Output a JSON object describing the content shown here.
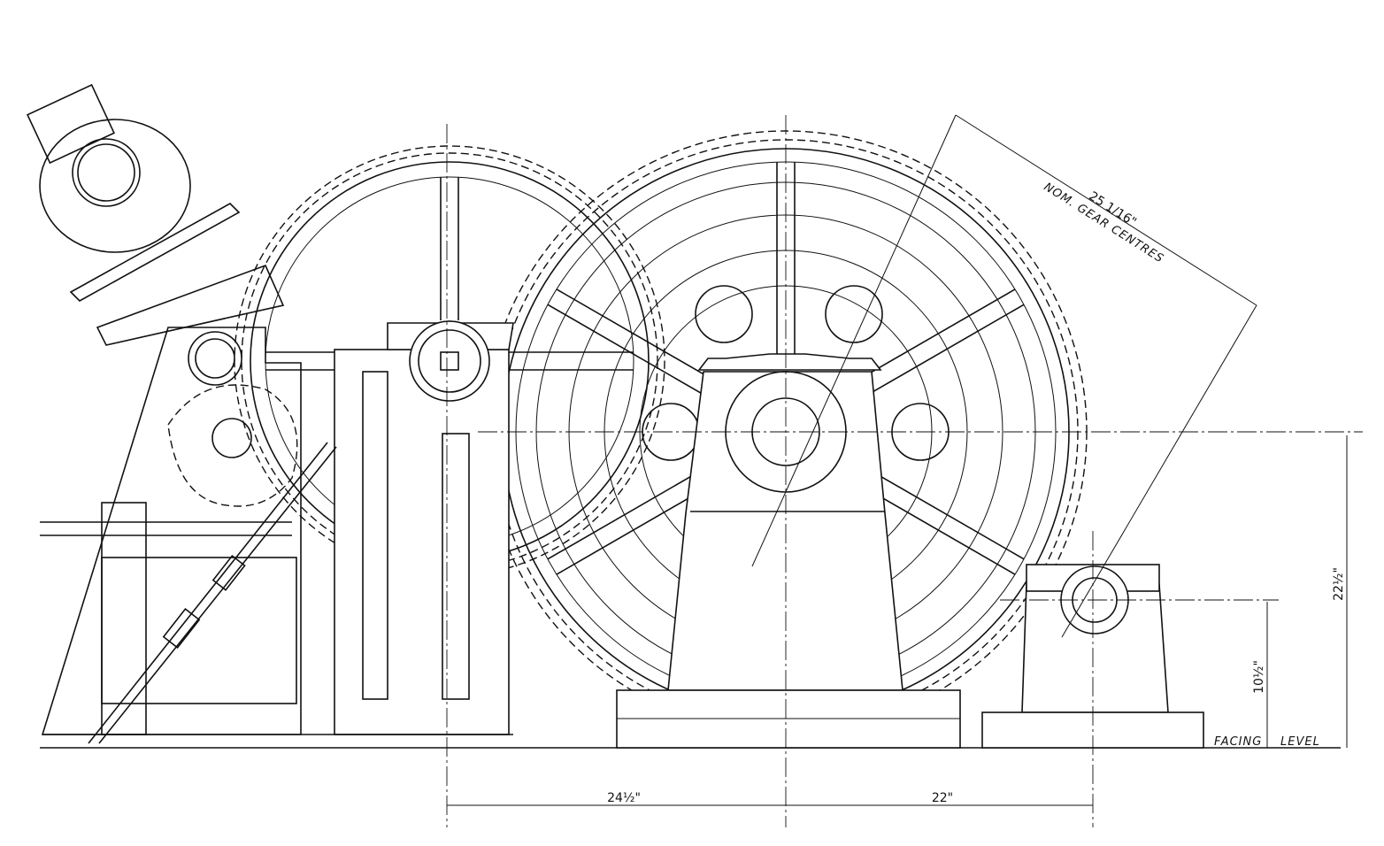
{
  "drawing": {
    "title": "Winding gear arrangement (elevation)",
    "dimensions": {
      "gear_centres_value": "25 1/16\"",
      "gear_centres_label": "NOM. GEAR CENTRES",
      "height_main_shaft": "22½\"",
      "height_pinion_shaft": "10½\"",
      "horiz_left": "24½\"",
      "horiz_right": "22\""
    },
    "level_labels": {
      "left": "FACING",
      "right": "LEVEL"
    }
  }
}
